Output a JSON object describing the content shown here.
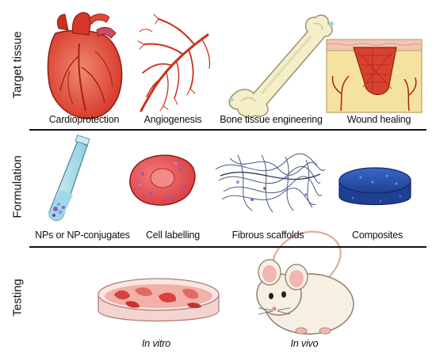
{
  "rows": [
    {
      "label": "Target tissue",
      "items": [
        {
          "label": "Cardioprotection",
          "icon": "heart-icon"
        },
        {
          "label": "Angiogenesis",
          "icon": "blood-vessels-icon"
        },
        {
          "label": "Bone tissue engineering",
          "icon": "bone-icon"
        },
        {
          "label": "Wound healing",
          "icon": "skin-wound-icon"
        }
      ]
    },
    {
      "label": "Formulation",
      "items": [
        {
          "label": "NPs or NP-conjugates",
          "icon": "test-tube-icon"
        },
        {
          "label": "Cell labelling",
          "icon": "cell-icon"
        },
        {
          "label": "Fibrous scaffolds",
          "icon": "fiber-mesh-icon"
        },
        {
          "label": "Composites",
          "icon": "composite-disc-icon"
        }
      ]
    },
    {
      "label": "Testing",
      "items": [
        {
          "label": "In vitro",
          "icon": "petri-dish-icon"
        },
        {
          "label": "In vivo",
          "icon": "mouse-icon"
        }
      ]
    }
  ],
  "colors": {
    "heart": "#e2473a",
    "vessel": "#c8321f",
    "bone": "#f4efc8",
    "skin": "#f6e2a0",
    "wound": "#d9412e",
    "tube_liquid": "#9fd8e6",
    "cell": "#e04b4b",
    "fiber": "#4a5a78",
    "composite": "#2b4fa8",
    "dish_tissue": "#e06a60",
    "mouse": "#f7efe4",
    "ear": "#f2b7b0"
  }
}
